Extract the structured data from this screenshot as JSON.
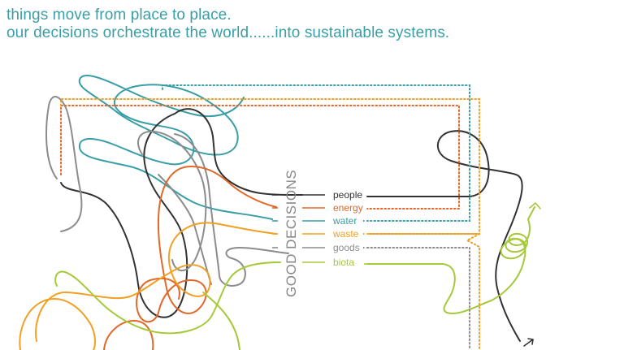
{
  "headline": {
    "line1": "things move from place to place.",
    "line2": "our decisions orchestrate the world......into sustainable systems."
  },
  "center_label": "GOOD DECISIONS",
  "flows": [
    {
      "id": "people",
      "label": "people",
      "color": "#333333"
    },
    {
      "id": "energy",
      "label": "energy",
      "color": "#e2682a"
    },
    {
      "id": "water",
      "label": "water",
      "color": "#3a9ea6"
    },
    {
      "id": "waste",
      "label": "waste",
      "color": "#f2a024"
    },
    {
      "id": "goods",
      "label": "goods",
      "color": "#8c8c8c"
    },
    {
      "id": "biota",
      "label": "biota",
      "color": "#a6c93a"
    }
  ]
}
